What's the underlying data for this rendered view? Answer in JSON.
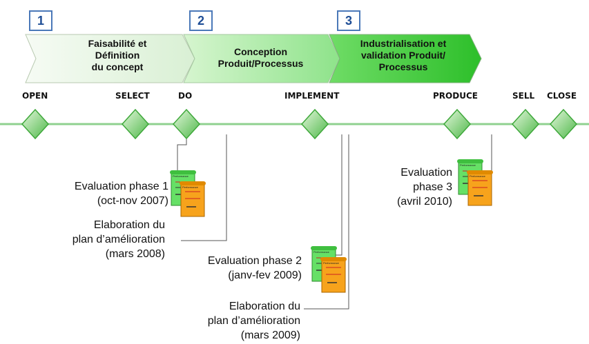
{
  "phases": [
    {
      "number": "1",
      "lines": [
        "Faisabilité et",
        "Définition",
        "du concept"
      ]
    },
    {
      "number": "2",
      "lines": [
        "Conception",
        "Produit/Processus"
      ]
    },
    {
      "number": "3",
      "lines": [
        "Industrialisation et",
        "validation Produit/",
        "Processus"
      ]
    }
  ],
  "milestones": [
    "OPEN",
    "SELECT",
    "DO",
    "IMPLEMENT",
    "PRODUCE",
    "SELL",
    "CLOSE"
  ],
  "notes": {
    "eval1": [
      "Evaluation phase 1",
      "(oct-nov 2007)"
    ],
    "plan1": [
      "Elaboration du",
      "plan d’amélioration",
      "(mars 2008)"
    ],
    "eval2": [
      "Evaluation phase 2",
      "(janv-fev 2009)"
    ],
    "plan2": [
      "Elaboration du",
      "plan d’amélioration",
      "(mars 2009)"
    ],
    "eval3": [
      "Evaluation",
      "phase 3",
      "(avril 2010)"
    ]
  },
  "doc_icon_text": "Performance",
  "colors": {
    "timeline": "#8fd18f",
    "diamond": "#5cc05c",
    "box_border": "#4a78b8",
    "doc_green": "#66e066",
    "doc_orange": "#f7a31c"
  }
}
